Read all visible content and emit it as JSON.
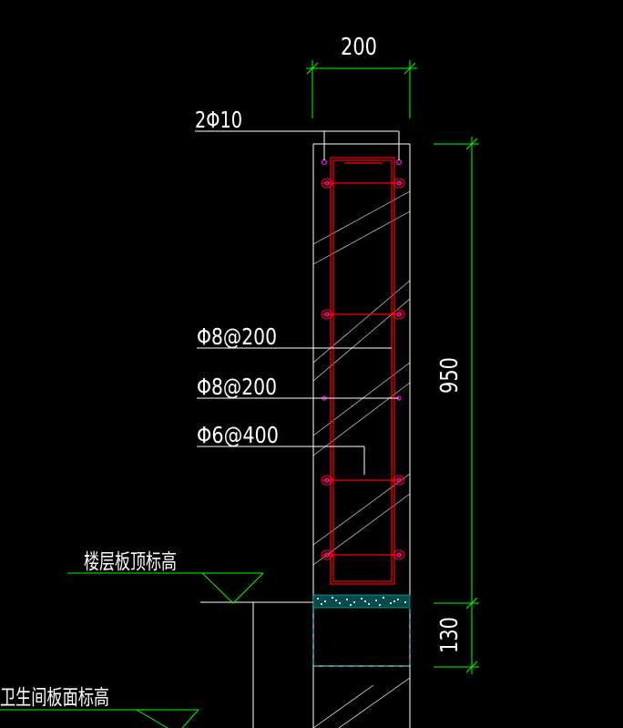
{
  "drawing": {
    "dimensions": {
      "width_top": "200",
      "height_main": "950",
      "height_slab": "130"
    },
    "rebar_labels": {
      "top_bars": "2Φ10",
      "stirrup_1": "Φ8@200",
      "stirrup_2": "Φ8@200",
      "tie_bar": "Φ6@400"
    },
    "elevation_labels": {
      "floor_slab_top": "楼层板顶标高",
      "bathroom_slab_surface": "卫生间板面标高"
    },
    "colors": {
      "background": "#000000",
      "concrete_outline": "#ffffff",
      "rebar": "#ff0000",
      "bar_dots": "#ff00ff",
      "dimension": "#00ff00",
      "hatch": "#ffffff",
      "slab_hatch": "#00ffff"
    }
  }
}
